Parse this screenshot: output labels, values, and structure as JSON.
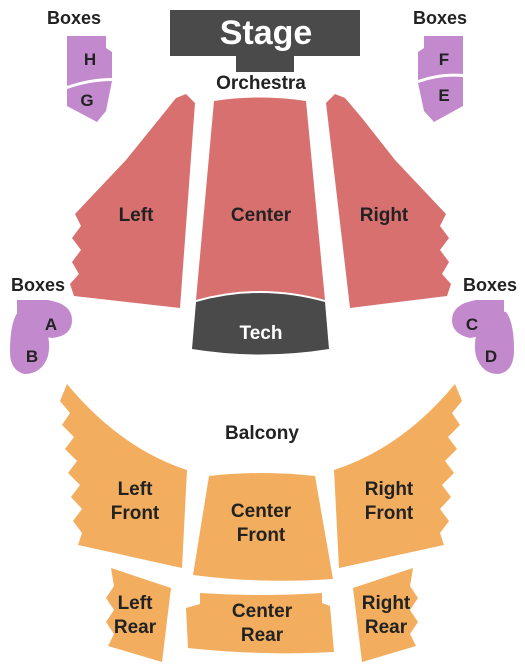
{
  "colors": {
    "stage": "#4a4a4a",
    "tech": "#4a4a4a",
    "orchestra": "#d97070",
    "balcony": "#f2ad5e",
    "boxes": "#c28acd",
    "text": "#222222"
  },
  "stage": {
    "label": "Stage"
  },
  "orchestra": {
    "label": "Orchestra",
    "left": "Left",
    "center": "Center",
    "right": "Right",
    "tech": "Tech"
  },
  "balcony": {
    "label": "Balcony",
    "left_front": [
      "Left",
      "Front"
    ],
    "center_front": [
      "Center",
      "Front"
    ],
    "right_front": [
      "Right",
      "Front"
    ],
    "left_rear": [
      "Left",
      "Rear"
    ],
    "center_rear": [
      "Center",
      "Rear"
    ],
    "right_rear": [
      "Right",
      "Rear"
    ]
  },
  "boxes": {
    "heading": "Boxes",
    "h": "H",
    "g": "G",
    "f": "F",
    "e": "E",
    "a": "A",
    "b": "B",
    "c": "C",
    "d": "D"
  }
}
